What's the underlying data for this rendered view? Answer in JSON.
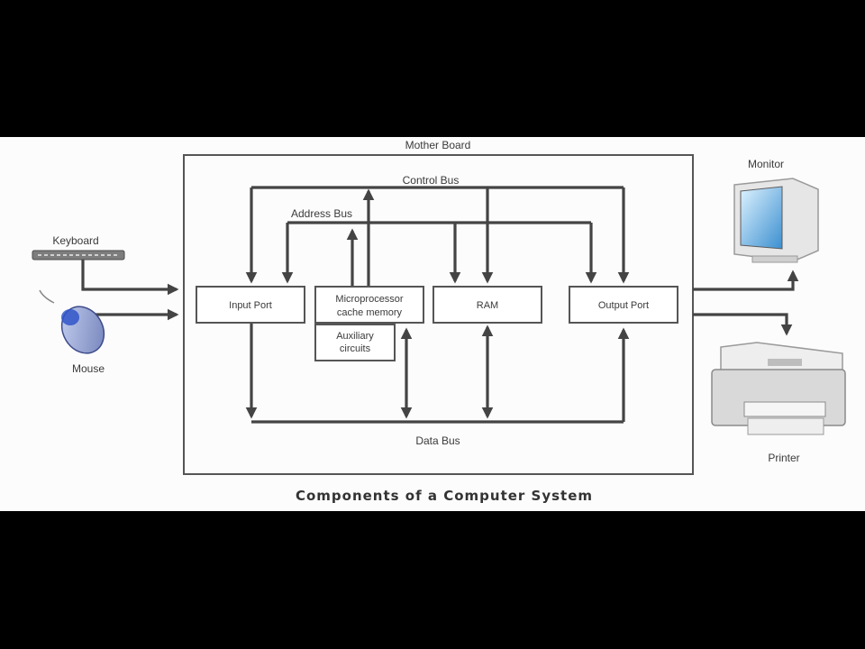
{
  "diagram": {
    "title": "Components of a Computer System",
    "motherboard_label": "Mother Board",
    "control_bus_label": "Control Bus",
    "address_bus_label": "Address Bus",
    "data_bus_label": "Data Bus",
    "components": {
      "input_port": "Input Port",
      "microprocessor_line1": "Microprocessor",
      "microprocessor_line2": "cache memory",
      "auxiliary_line1": "Auxiliary",
      "auxiliary_line2": "circuits",
      "ram": "RAM",
      "output_port": "Output Port"
    },
    "devices": {
      "keyboard": "Keyboard",
      "mouse": "Mouse",
      "monitor": "Monitor",
      "printer": "Printer"
    }
  }
}
